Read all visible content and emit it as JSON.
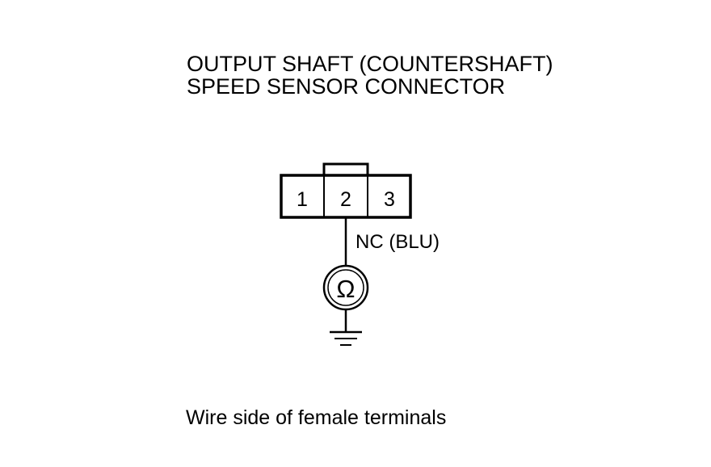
{
  "title": {
    "line1": "OUTPUT SHAFT (COUNTERSHAFT)",
    "line2": "SPEED SENSOR CONNECTOR"
  },
  "connector": {
    "pins": [
      "1",
      "2",
      "3"
    ]
  },
  "wire": {
    "label": "NC (BLU)"
  },
  "meter": {
    "symbol": "Ω",
    "icon": "ohmmeter-icon"
  },
  "ground": {
    "icon": "ground-icon"
  },
  "caption": "Wire side of female terminals"
}
